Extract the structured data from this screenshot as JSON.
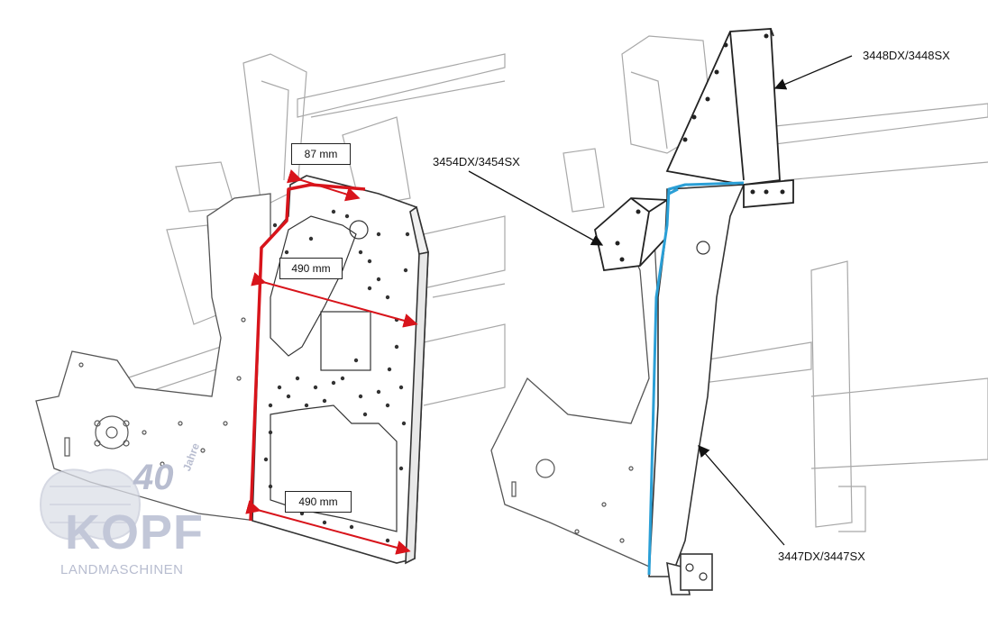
{
  "dimensions": {
    "top": "87 mm",
    "middle": "490 mm",
    "bottom": "490 mm"
  },
  "callouts": {
    "top_right": "3448DX/3448SX",
    "left_bracket": "3454DX/3454SX",
    "bottom_right": "3447DX/3447SX"
  },
  "logo": {
    "anniversary": "40",
    "anniversary_word": "Jahre",
    "brand": "KOPF",
    "subtitle": "LANDMASCHINEN"
  },
  "colors": {
    "dimension_red": "#d8141b",
    "highlight_blue": "#2a9fd6",
    "line_gray": "#9a9a9a",
    "logo_gray": "#b8bdd0"
  }
}
